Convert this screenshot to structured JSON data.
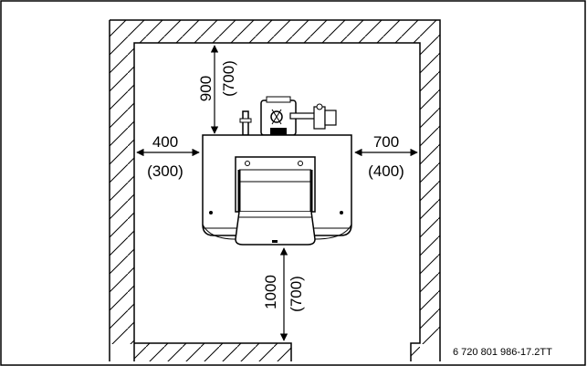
{
  "dimensions": {
    "top": {
      "primary": "900",
      "secondary": "(700)"
    },
    "left": {
      "primary": "400",
      "secondary": "(300)"
    },
    "right": {
      "primary": "700",
      "secondary": "(400)"
    },
    "bottom": {
      "primary": "1000",
      "secondary": "(700)"
    }
  },
  "figure_code": "6 720 801 986-17.2TT"
}
